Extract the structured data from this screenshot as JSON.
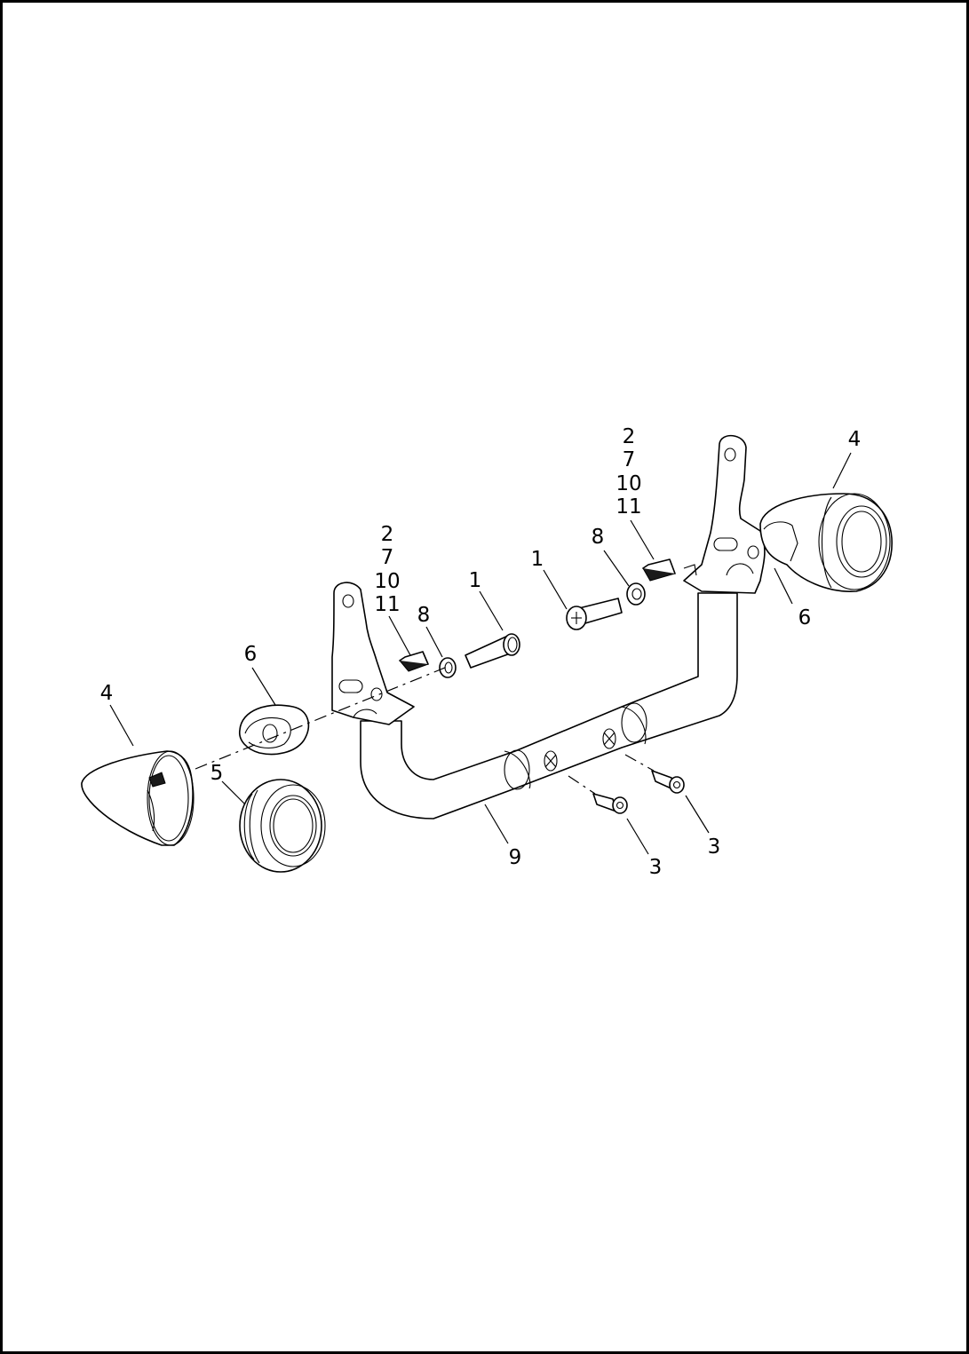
{
  "diagram": {
    "callouts": {
      "left_connector_stack": [
        "2",
        "7",
        "10",
        "11"
      ],
      "right_connector_stack": [
        "2",
        "7",
        "10",
        "11"
      ],
      "left_washer": "8",
      "right_washer": "8",
      "left_bolt": "1",
      "right_bolt": "1",
      "left_bracket": "6",
      "right_bracket": "6",
      "left_lamp": "4",
      "right_lamp": "4",
      "bezel": "5",
      "crossbar": "9",
      "screw_lower": "3",
      "screw_upper": "3"
    }
  }
}
